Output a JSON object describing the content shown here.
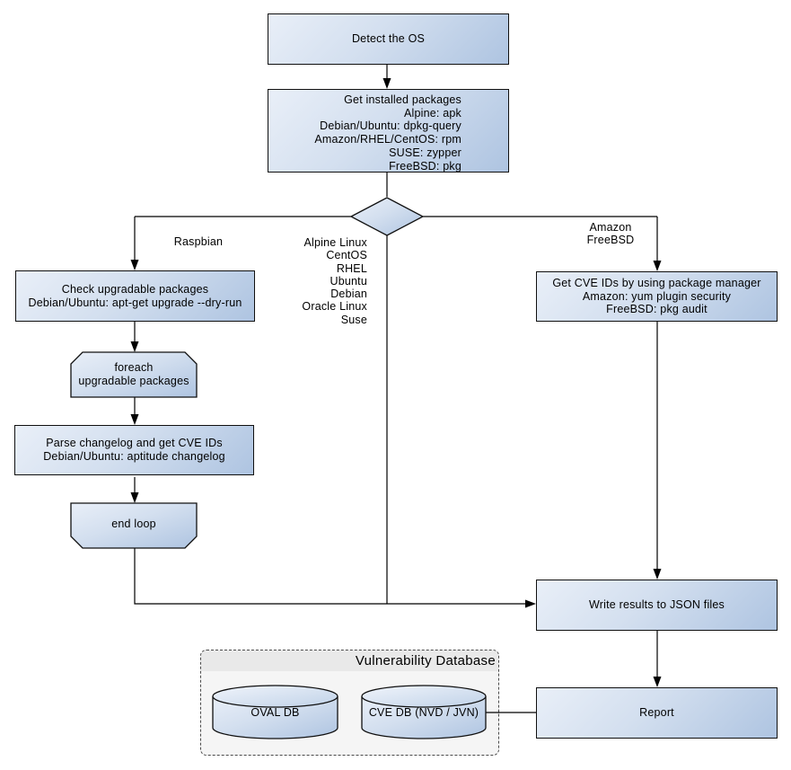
{
  "colors": {
    "node_fill_light": "#e9eff8",
    "node_fill_dark": "#aec4e1",
    "node_border": "#101010",
    "connector": "#000000",
    "db_body_fill": "#f5f5f5",
    "db_band_fill": "#e9e9e9",
    "db_border": "#4a4a4a"
  },
  "nodes": {
    "detect_os": "Detect the OS",
    "get_packages": [
      "Get installed packages",
      "Alpine: apk",
      "Debian/Ubuntu: dpkg-query",
      "Amazon/RHEL/CentOS: rpm",
      "SUSE: zypper",
      "FreeBSD: pkg"
    ],
    "check_upgradable": [
      "Check upgradable packages",
      "Debian/Ubuntu: apt-get upgrade --dry-run"
    ],
    "foreach_loop": [
      "foreach",
      "upgradable  packages"
    ],
    "parse_changelog": [
      "Parse changelog and get  CVE IDs",
      "Debian/Ubuntu: aptitude changelog"
    ],
    "end_loop": "end loop",
    "get_cve_ids": [
      "Get CVE IDs by using package manager",
      "Amazon: yum plugin security",
      "FreeBSD: pkg audit"
    ],
    "write_results": "Write results to JSON files",
    "report": "Report"
  },
  "edge_labels": {
    "raspbian": "Raspbian",
    "os_list": [
      "Alpine Linux",
      "CentOS",
      "RHEL",
      "Ubuntu",
      "Debian",
      "Oracle Linux",
      "Suse"
    ],
    "amazon_freebsd": [
      "Amazon",
      "FreeBSD"
    ]
  },
  "database": {
    "title": "Vulnerability Database",
    "oval_db": "OVAL DB",
    "cve_db": "CVE DB (NVD / JVN)"
  }
}
